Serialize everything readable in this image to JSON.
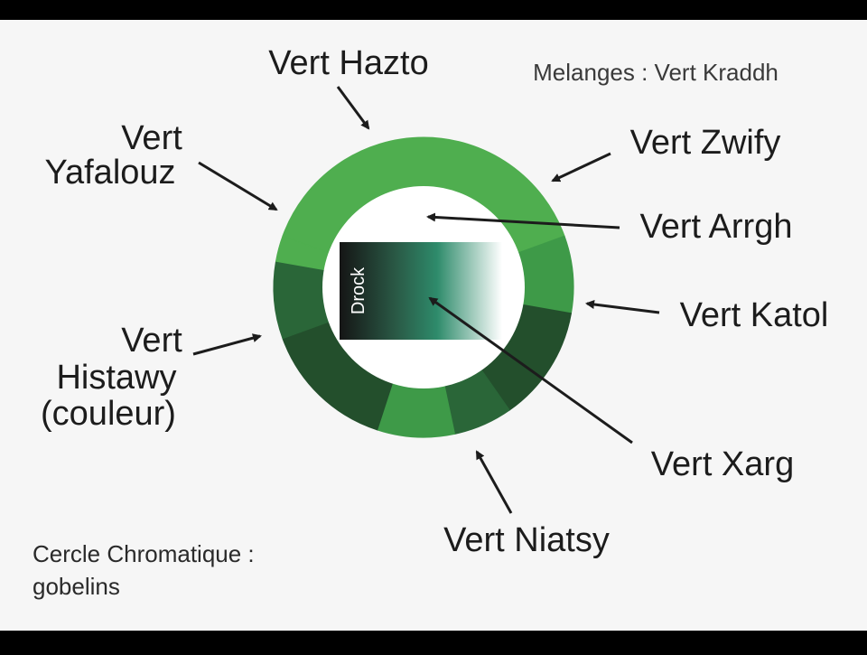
{
  "header": {
    "mix_label": "Melanges : Vert Kraddh"
  },
  "footer": {
    "caption_line1": "Cercle Chromatique :",
    "caption_line2": "gobelins"
  },
  "labels": {
    "hazto": "Vert Hazto",
    "zwify": "Vert Zwify",
    "yafalouz_line1": "Vert",
    "yafalouz_line2": "Yafalouz",
    "arrgh": "Vert Arrgh",
    "katol": "Vert Katol",
    "histawy_line1": "Vert",
    "histawy_line2": "Histawy",
    "histawy_line3": "(couleur)",
    "xarg": "Vert Xarg",
    "niatsy": "Vert Niatsy"
  },
  "swatch": {
    "label": "Drock"
  },
  "colors": {
    "background": "#f6f6f6",
    "text": "#1c1c1c",
    "ring_light": "#4fae4f",
    "ring_mid": "#3e9a48",
    "ring_dark": "#2a6638",
    "ring_darker": "#234f2c",
    "swatch_dark": "#1a1a1a",
    "swatch_teal": "#2e8b6b"
  }
}
